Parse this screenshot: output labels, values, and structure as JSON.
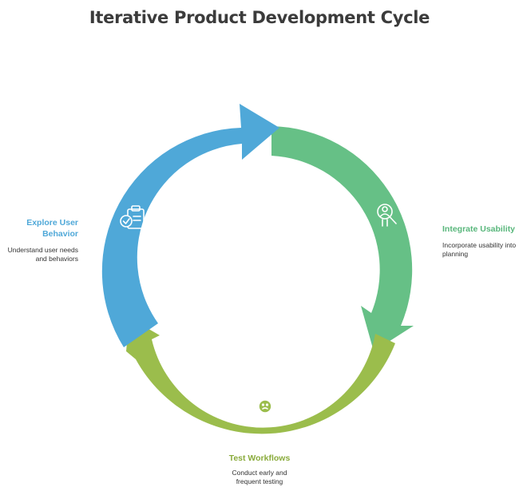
{
  "title": "Iterative Product Development Cycle",
  "colors": {
    "blue": "#4fa8d8",
    "teal_green": "#66c086",
    "olive_green": "#9bbd4c",
    "title_text": "#3b3b3b",
    "desc_text": "#333333"
  },
  "stages": [
    {
      "heading": "Explore User Behavior",
      "description": "Understand user needs and behaviors",
      "icon": "clipboard-check-icon",
      "color": "#4fa8d8"
    },
    {
      "heading": "Integrate Usability",
      "description": "Incorporate usability into planning",
      "icon": "user-search-icon",
      "color": "#59b77c"
    },
    {
      "heading": "Test Workflows",
      "description": "Conduct early and frequent testing",
      "icon": "test-chart-icon",
      "color": "#8aab3c"
    }
  ]
}
